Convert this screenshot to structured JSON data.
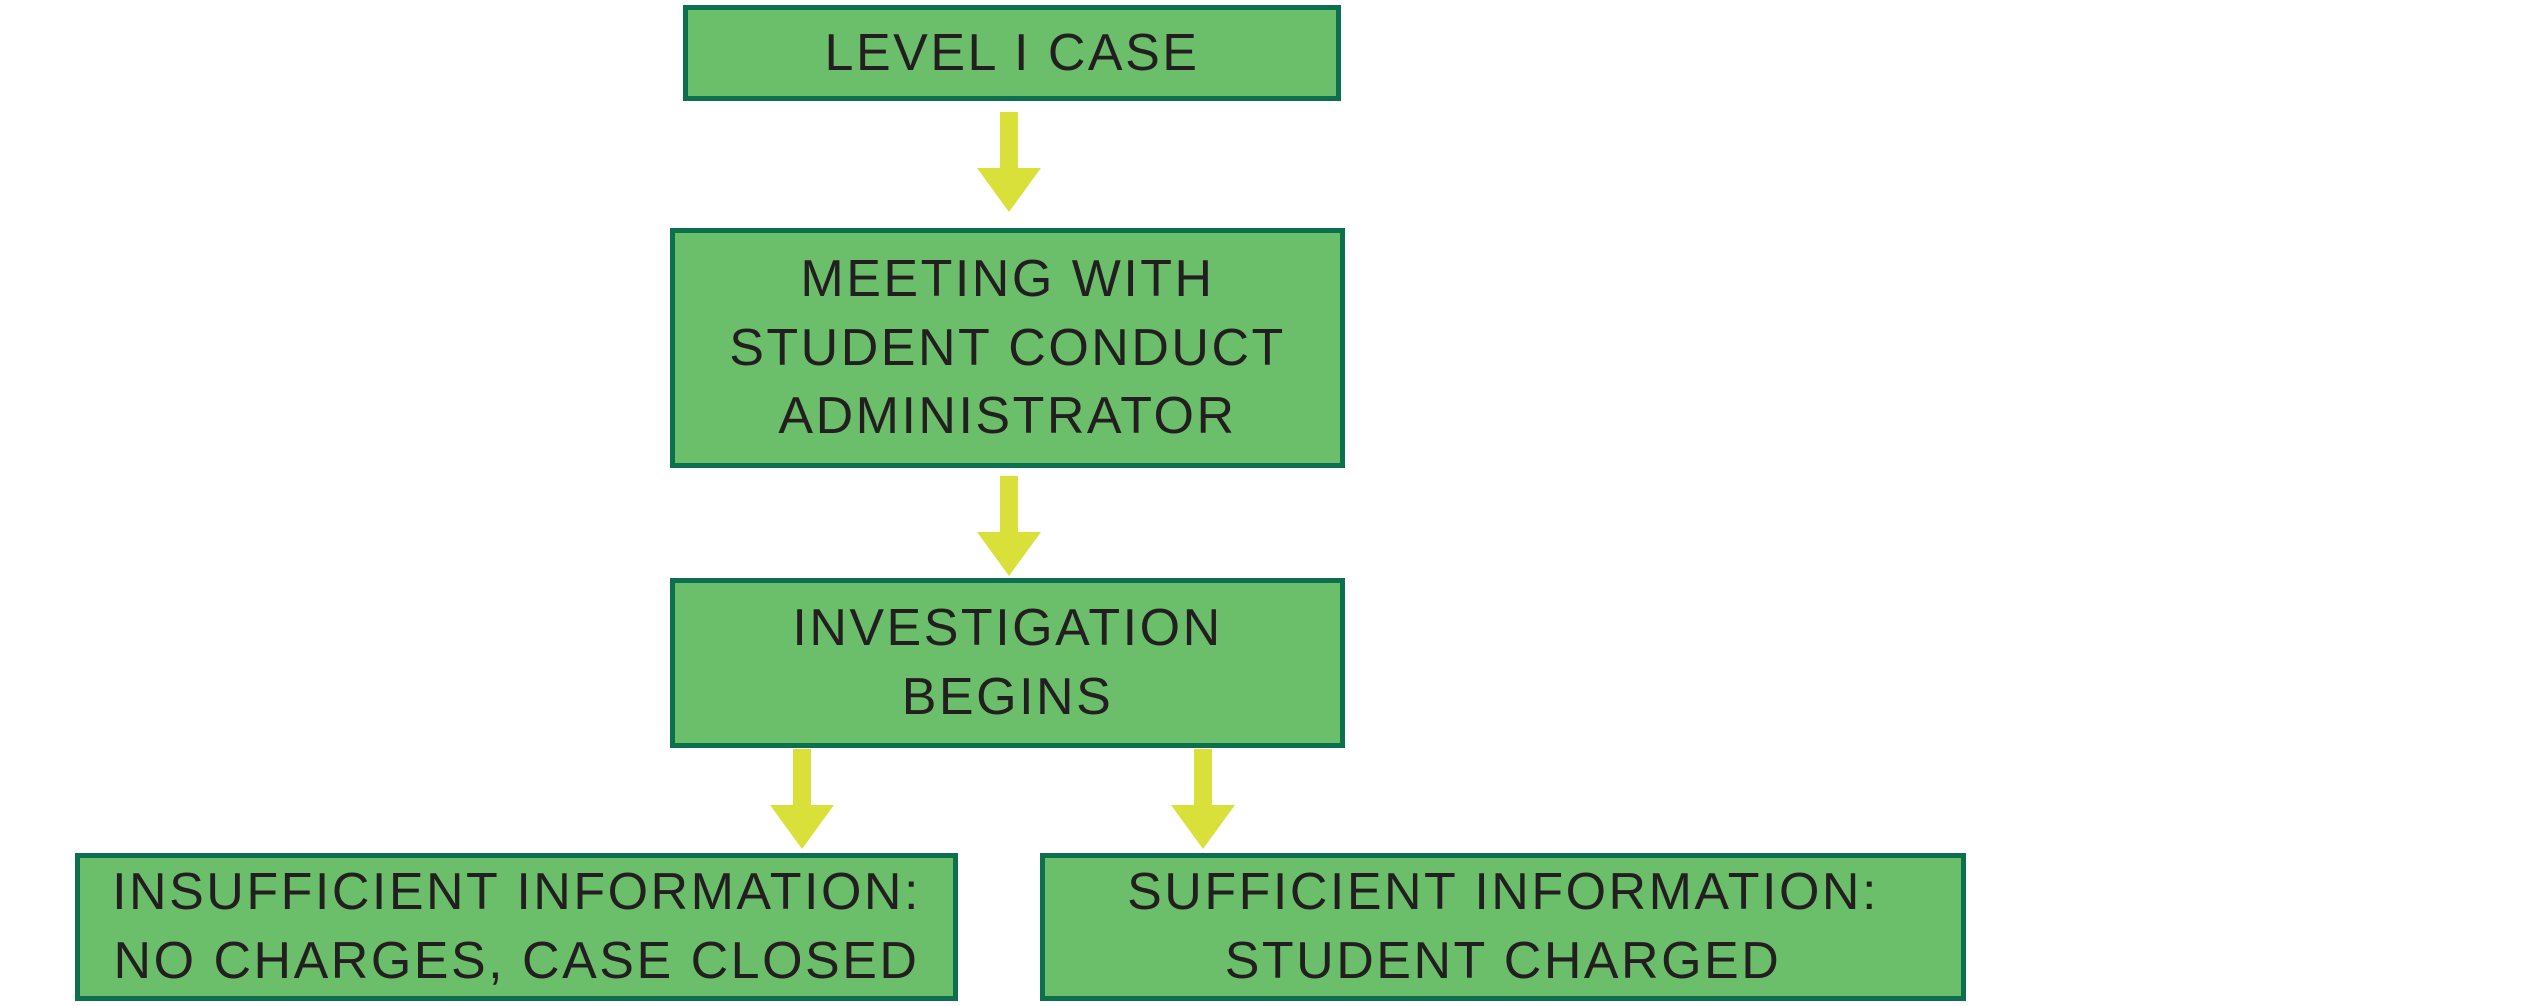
{
  "diagram": {
    "type": "flowchart",
    "direction": "top-down",
    "title": "",
    "nodes": [
      {
        "id": "level-1-case",
        "text": "LEVEL I CASE"
      },
      {
        "id": "meeting",
        "text": "MEETING WITH\nSTUDENT CONDUCT\nADMINISTRATOR"
      },
      {
        "id": "investigation",
        "text": "INVESTIGATION\nBEGINS"
      },
      {
        "id": "insufficient",
        "text": "INSUFFICIENT INFORMATION:\nNO CHARGES, CASE CLOSED"
      },
      {
        "id": "sufficient",
        "text": "SUFFICIENT INFORMATION:\nSTUDENT CHARGED"
      }
    ],
    "edges": [
      {
        "from": "level-1-case",
        "to": "meeting"
      },
      {
        "from": "meeting",
        "to": "investigation"
      },
      {
        "from": "investigation",
        "to": "insufficient"
      },
      {
        "from": "investigation",
        "to": "sufficient"
      }
    ]
  },
  "colors": {
    "node_fill": "#6cbf6a",
    "node_border": "#0c6f4e",
    "arrow": "#d9e03a",
    "text": "#231f20",
    "background": "#ffffff"
  }
}
